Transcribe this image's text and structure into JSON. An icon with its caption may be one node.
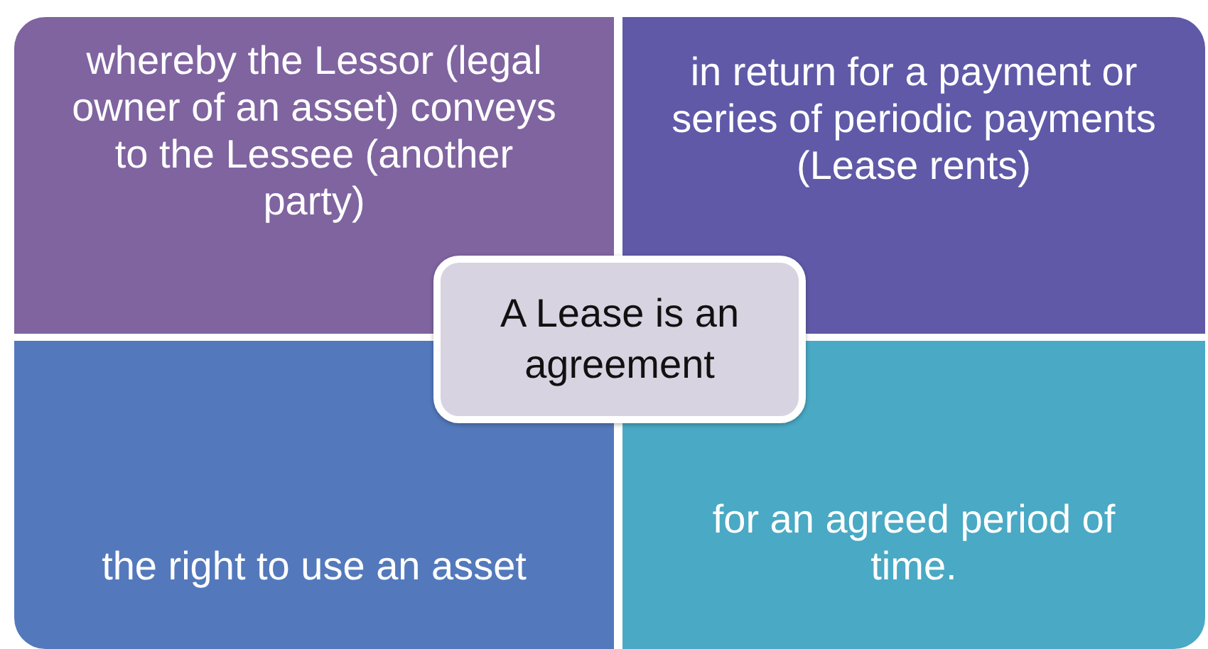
{
  "diagram": {
    "nodes": [
      {
        "text": [
          "whereby the Lessor (legal owner of an asset) conveys to the Lessee (another party)"
        ]
      },
      {
        "text": [
          "in return for a payment or series of periodic payments (Lease rents)"
        ]
      },
      {
        "text": [
          "A Lease is an agreement"
        ]
      },
      {
        "text": [
          "the right to use an asset"
        ]
      },
      {
        "text": [
          "for an agreed period of time."
        ]
      }
    ],
    "edges": []
  }
}
